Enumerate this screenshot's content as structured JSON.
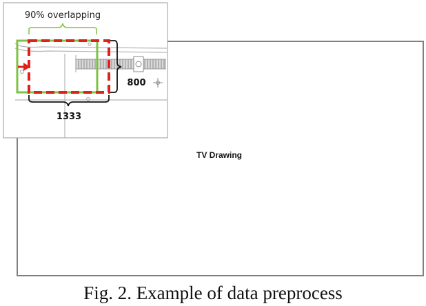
{
  "figure": {
    "overlap_label": "90% overlapping",
    "width_label": "1333",
    "height_label": "800",
    "drawing_title": "TV Drawing",
    "caption": "Fig. 2. Example of data preprocess"
  },
  "colors": {
    "overlap_window": "#7dc242",
    "sliding_window": "#e0201b",
    "frame": "#777777",
    "bracket_green": "#7dc242",
    "bracket_black": "#111111"
  }
}
